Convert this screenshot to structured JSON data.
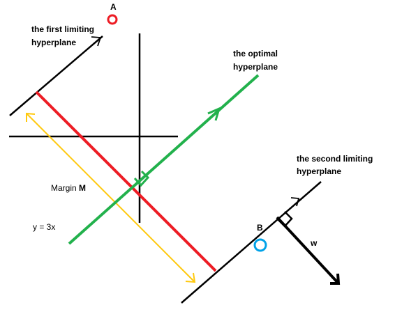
{
  "labels": {
    "point_a": "A",
    "point_b": "B",
    "first_hyperplane_line1": "the first limiting",
    "first_hyperplane_line2": "hyperplane",
    "optimal_hyperplane_line1": "the optimal",
    "optimal_hyperplane_line2": "hyperplane",
    "second_hyperplane_line1": "the second limiting",
    "second_hyperplane_line2": "hyperplane",
    "margin_prefix": "Margin ",
    "margin_symbol": "M",
    "equation": "y = 3x",
    "w_vector": "w"
  },
  "colors": {
    "axes": "#000000",
    "limiting_hyperplanes": "#000000",
    "optimal_hyperplane": "#22b14c",
    "normal_line": "#ed1c24",
    "margin_arrow": "#ffc90e",
    "point_a": "#ed1c24",
    "point_b": "#00a2e8",
    "w_vector": "#000000"
  }
}
